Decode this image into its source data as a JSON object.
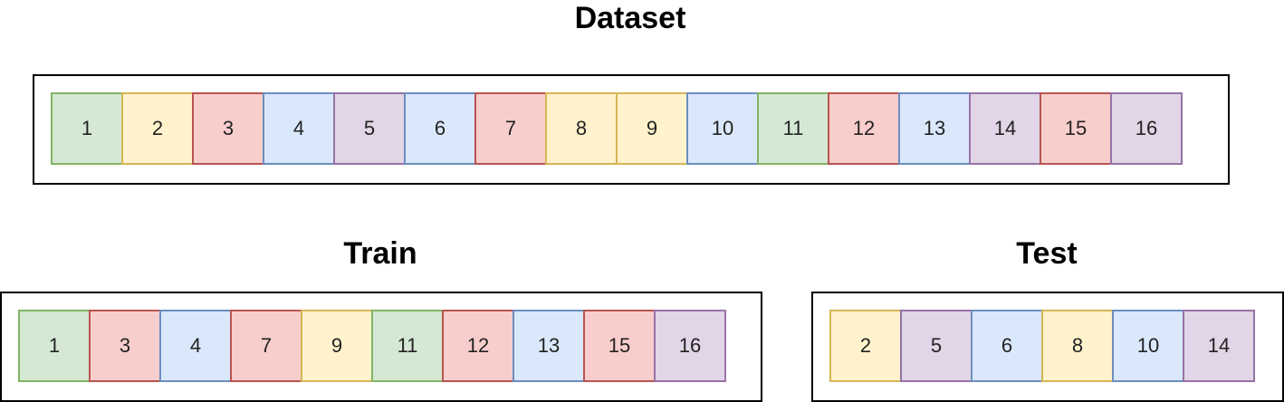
{
  "colors": {
    "green": {
      "fill": "#d5e8d4",
      "stroke": "#82b366"
    },
    "yellow": {
      "fill": "#fff2cc",
      "stroke": "#d6b656"
    },
    "red": {
      "fill": "#f8cecc",
      "stroke": "#b85450"
    },
    "blue": {
      "fill": "#dae8fc",
      "stroke": "#6c8ebf"
    },
    "purple": {
      "fill": "#e1d5e7",
      "stroke": "#9673a6"
    }
  },
  "dataset": {
    "title": "Dataset",
    "items": [
      {
        "label": "1",
        "color": "green"
      },
      {
        "label": "2",
        "color": "yellow"
      },
      {
        "label": "3",
        "color": "red"
      },
      {
        "label": "4",
        "color": "blue"
      },
      {
        "label": "5",
        "color": "purple"
      },
      {
        "label": "6",
        "color": "blue"
      },
      {
        "label": "7",
        "color": "red"
      },
      {
        "label": "8",
        "color": "yellow"
      },
      {
        "label": "9",
        "color": "yellow"
      },
      {
        "label": "10",
        "color": "blue"
      },
      {
        "label": "11",
        "color": "green"
      },
      {
        "label": "12",
        "color": "red"
      },
      {
        "label": "13",
        "color": "blue"
      },
      {
        "label": "14",
        "color": "purple"
      },
      {
        "label": "15",
        "color": "red"
      },
      {
        "label": "16",
        "color": "purple"
      }
    ]
  },
  "train": {
    "title": "Train",
    "items": [
      {
        "label": "1",
        "color": "green"
      },
      {
        "label": "3",
        "color": "red"
      },
      {
        "label": "4",
        "color": "blue"
      },
      {
        "label": "7",
        "color": "red"
      },
      {
        "label": "9",
        "color": "yellow"
      },
      {
        "label": "11",
        "color": "green"
      },
      {
        "label": "12",
        "color": "red"
      },
      {
        "label": "13",
        "color": "blue"
      },
      {
        "label": "15",
        "color": "red"
      },
      {
        "label": "16",
        "color": "purple"
      }
    ]
  },
  "test": {
    "title": "Test",
    "items": [
      {
        "label": "2",
        "color": "yellow"
      },
      {
        "label": "5",
        "color": "purple"
      },
      {
        "label": "6",
        "color": "blue"
      },
      {
        "label": "8",
        "color": "yellow"
      },
      {
        "label": "10",
        "color": "blue"
      },
      {
        "label": "14",
        "color": "purple"
      }
    ]
  }
}
